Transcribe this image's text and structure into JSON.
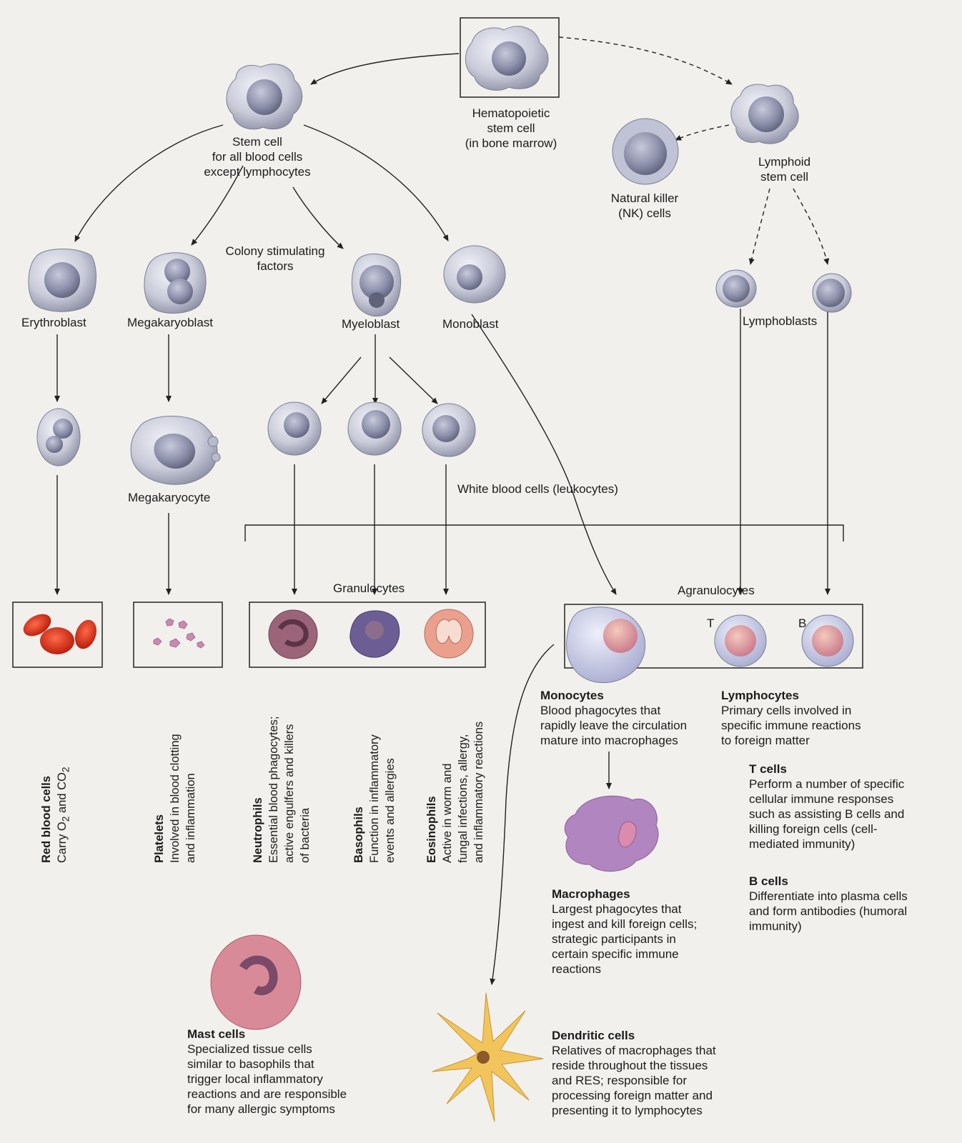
{
  "nodes": {
    "hsc": [
      "Hematopoietic",
      "stem cell",
      "(in bone marrow)"
    ],
    "stem": [
      "Stem cell",
      "for all blood cells",
      "except lymphocytes"
    ],
    "lymphoid": [
      "Lymphoid",
      "stem cell"
    ],
    "nk": [
      "Natural killer",
      "(NK) cells"
    ],
    "csf": [
      "Colony stimulating",
      "factors"
    ],
    "erythroblast": "Erythroblast",
    "megakaryoblast": "Megakaryoblast",
    "myeloblast": "Myeloblast",
    "monoblast": "Monoblast",
    "lymphoblasts": "Lymphoblasts",
    "megakaryocyte": "Megakaryocyte",
    "wbc": "White blood cells (leukocytes)",
    "granulocytes": "Granulocytes",
    "agranulocytes": "Agranulocytes",
    "t_letter": "T",
    "b_letter": "B"
  },
  "descriptions": {
    "rbc": {
      "title": "Red blood cells",
      "text_pre": "Carry O",
      "sub1": "2",
      "text_mid": " and CO",
      "sub2": "2"
    },
    "platelets": {
      "title": "Platelets",
      "lines": [
        "Involved in blood clotting",
        "and inflammation"
      ]
    },
    "neutrophils": {
      "title": "Neutrophils",
      "lines": [
        "Essential blood phagocytes;",
        "active engulfers and killers",
        "of bacteria"
      ]
    },
    "basophils": {
      "title": "Basophils",
      "lines": [
        "Function in inflammatory",
        "events and allergies"
      ]
    },
    "eosinophils": {
      "title": "Eosinophils",
      "lines": [
        "Active in worm and",
        "fungal infections, allergy,",
        "and inflammatory reactions"
      ]
    },
    "monocytes": {
      "title": "Monocytes",
      "lines": [
        "Blood phagocytes that",
        "rapidly leave the circulation",
        "mature into macrophages"
      ]
    },
    "lymphocytes": {
      "title": "Lymphocytes",
      "lines": [
        "Primary cells involved in",
        "specific immune reactions",
        "to foreign matter"
      ]
    },
    "tcells": {
      "title": "T cells",
      "lines": [
        "Perform a number of specific",
        "cellular immune responses",
        "such as assisting B cells and",
        "killing foreign cells (cell-",
        "mediated immunity)"
      ]
    },
    "bcells": {
      "title": "B cells",
      "lines": [
        "Differentiate into plasma cells",
        "and form antibodies (humoral",
        "immunity)"
      ]
    },
    "macrophages": {
      "title": "Macrophages",
      "lines": [
        "Largest phagocytes that",
        "ingest and kill foreign cells;",
        "strategic participants in",
        "certain specific immune",
        "reactions"
      ]
    },
    "mast": {
      "title": "Mast cells",
      "lines": [
        "Specialized tissue cells",
        "similar to basophils that",
        "trigger local inflammatory",
        "reactions and are responsible",
        "for many allergic symptoms"
      ]
    },
    "dendritic": {
      "title": "Dendritic cells",
      "lines": [
        "Relatives of macrophages that",
        "reside throughout the tissues",
        "and RES; responsible for",
        "processing foreign matter and",
        "presenting it to lymphocytes"
      ]
    }
  },
  "colors": {
    "cell_gray": "#c5c7d6",
    "nucleus": "#8a8ea6",
    "rbc_red": "#d92a16",
    "platelet_pink": "#c98ab0",
    "neutrophil": "#9a6278",
    "basophil": "#6c5e95",
    "eosinophil": "#e89a88",
    "lymph_nucleus": "#c9788b",
    "macrophage": "#a879b5",
    "mast": "#cf8190",
    "dendritic": "#f1c45c"
  }
}
